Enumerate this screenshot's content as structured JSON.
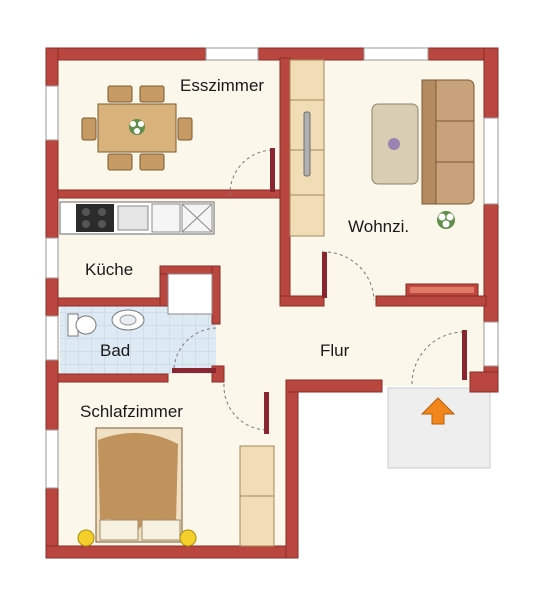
{
  "rooms": {
    "esszimmer": "Esszimmer",
    "wohnzimmer": "Wohnzi.",
    "kueche": "Küche",
    "bad": "Bad",
    "flur": "Flur",
    "schlafzimmer": "Schlafzimmer"
  },
  "colors": {
    "wall": "#b9463f",
    "wall_edge": "#8a2d28",
    "floor": "#fbf7ea",
    "tile": "#dde9f3",
    "wood": "#c89a5b",
    "sofa": "#c8a27a",
    "door": "#8a2630",
    "entrance_arrow": "#f0861c"
  },
  "icons": {
    "entrance": "arrow-up-icon",
    "plant": "flower-icon"
  }
}
